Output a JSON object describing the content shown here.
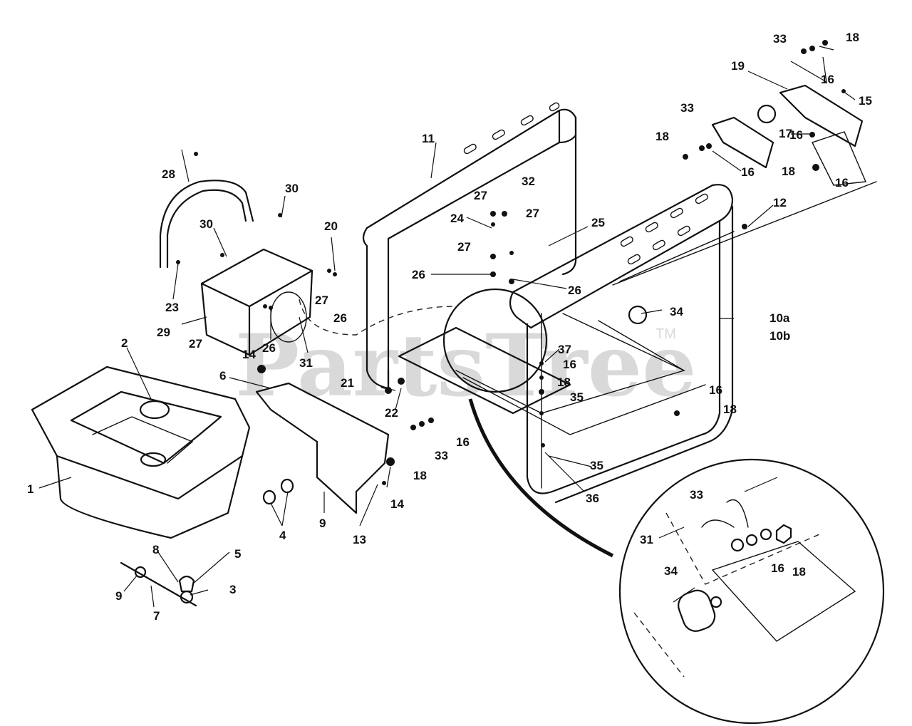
{
  "diagram": {
    "watermark": "PartsTree",
    "trademark": "TM"
  },
  "labels": [
    {
      "text": "1"
    },
    {
      "text": "2"
    },
    {
      "text": "3"
    },
    {
      "text": "4"
    },
    {
      "text": "5"
    },
    {
      "text": "6"
    },
    {
      "text": "7"
    },
    {
      "text": "8"
    },
    {
      "text": "9"
    },
    {
      "text": "9"
    },
    {
      "text": "10a"
    },
    {
      "text": "10b"
    },
    {
      "text": "11"
    },
    {
      "text": "12"
    },
    {
      "text": "13"
    },
    {
      "text": "14"
    },
    {
      "text": "14"
    },
    {
      "text": "15"
    },
    {
      "text": "16"
    },
    {
      "text": "16"
    },
    {
      "text": "16"
    },
    {
      "text": "16"
    },
    {
      "text": "16"
    },
    {
      "text": "16"
    },
    {
      "text": "16"
    },
    {
      "text": "16"
    },
    {
      "text": "17"
    },
    {
      "text": "18"
    },
    {
      "text": "18"
    },
    {
      "text": "18"
    },
    {
      "text": "18"
    },
    {
      "text": "18"
    },
    {
      "text": "18"
    },
    {
      "text": "18"
    },
    {
      "text": "19"
    },
    {
      "text": "20"
    },
    {
      "text": "21"
    },
    {
      "text": "22"
    },
    {
      "text": "23"
    },
    {
      "text": "24"
    },
    {
      "text": "25"
    },
    {
      "text": "26"
    },
    {
      "text": "26"
    },
    {
      "text": "26"
    },
    {
      "text": "26"
    },
    {
      "text": "27"
    },
    {
      "text": "27"
    },
    {
      "text": "27"
    },
    {
      "text": "27"
    },
    {
      "text": "27"
    },
    {
      "text": "28"
    },
    {
      "text": "29"
    },
    {
      "text": "30"
    },
    {
      "text": "30"
    },
    {
      "text": "31"
    },
    {
      "text": "31"
    },
    {
      "text": "32"
    },
    {
      "text": "33"
    },
    {
      "text": "33"
    },
    {
      "text": "33"
    },
    {
      "text": "33"
    },
    {
      "text": "34"
    },
    {
      "text": "34"
    },
    {
      "text": "35"
    },
    {
      "text": "35"
    },
    {
      "text": "36"
    },
    {
      "text": "37"
    }
  ]
}
